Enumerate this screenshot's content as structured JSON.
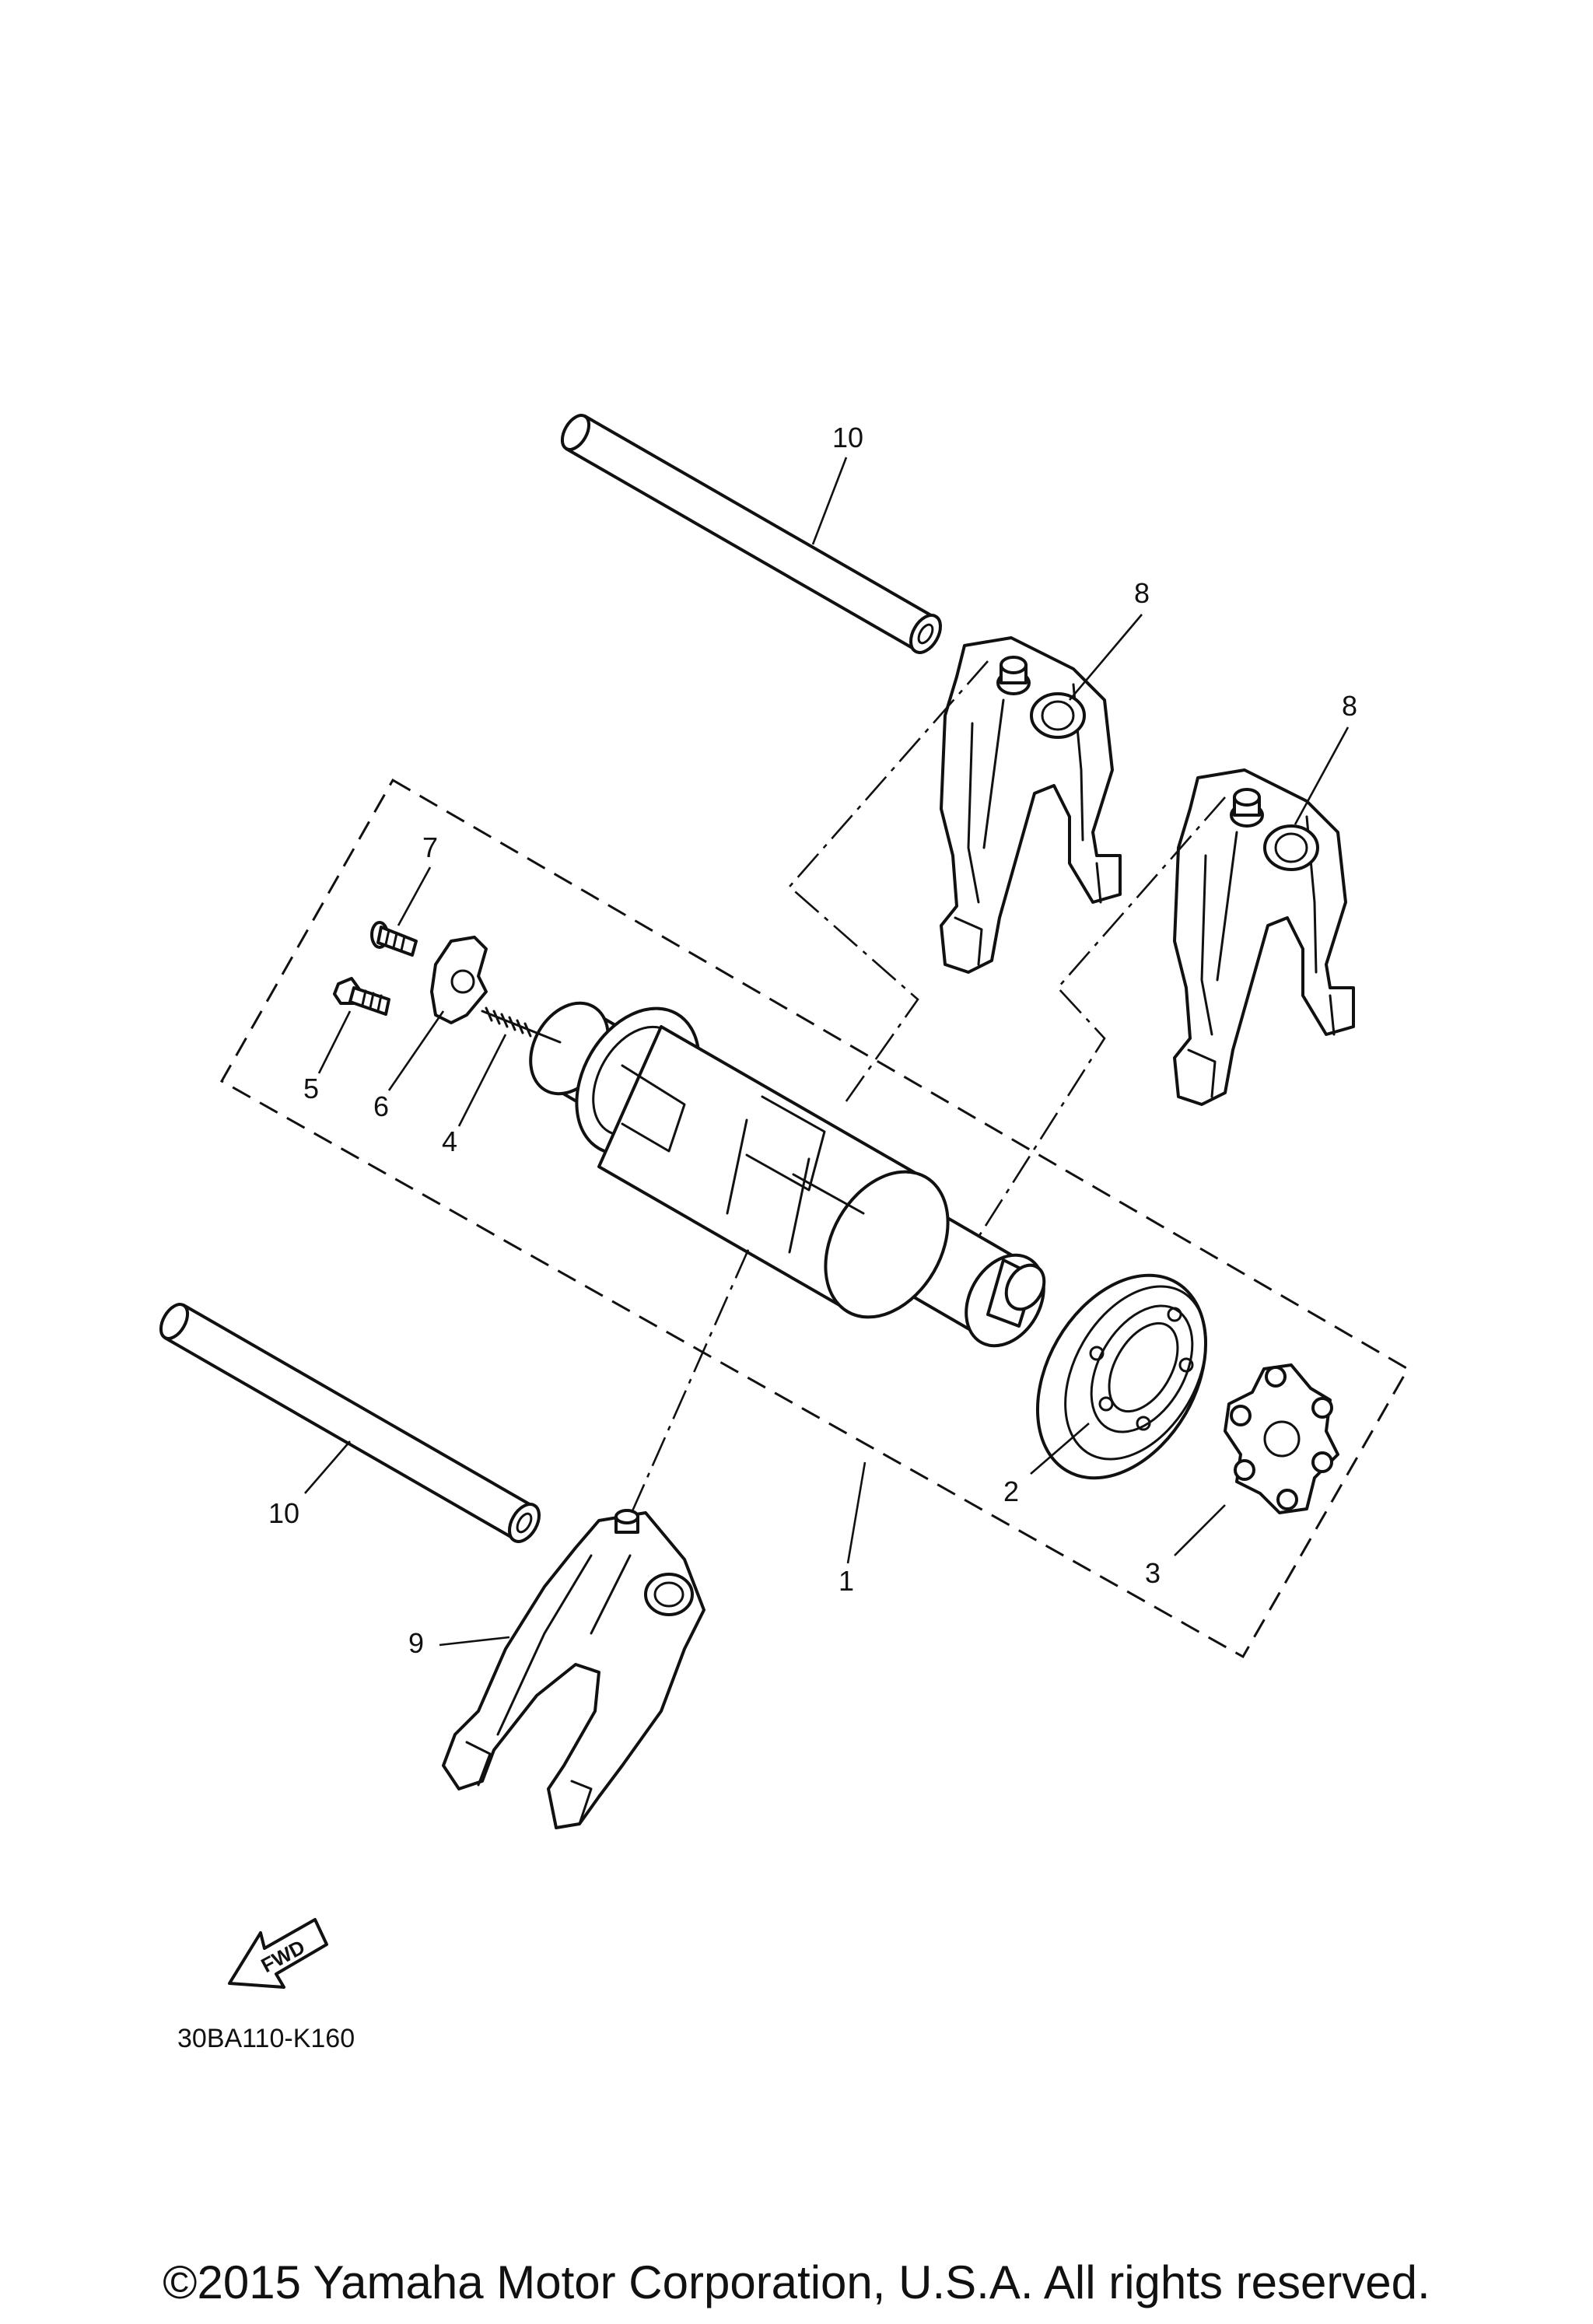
{
  "callouts": {
    "c1": "1",
    "c2": "2",
    "c3": "3",
    "c4": "4",
    "c5": "5",
    "c6": "6",
    "c7": "7",
    "c8a": "8",
    "c8b": "8",
    "c9": "9",
    "c10a": "10",
    "c10b": "10"
  },
  "fwd_label": "FWD",
  "diagram_code": "30BA110-K160",
  "copyright": "©2015 Yamaha Motor Corporation, U.S.A. All rights reserved."
}
